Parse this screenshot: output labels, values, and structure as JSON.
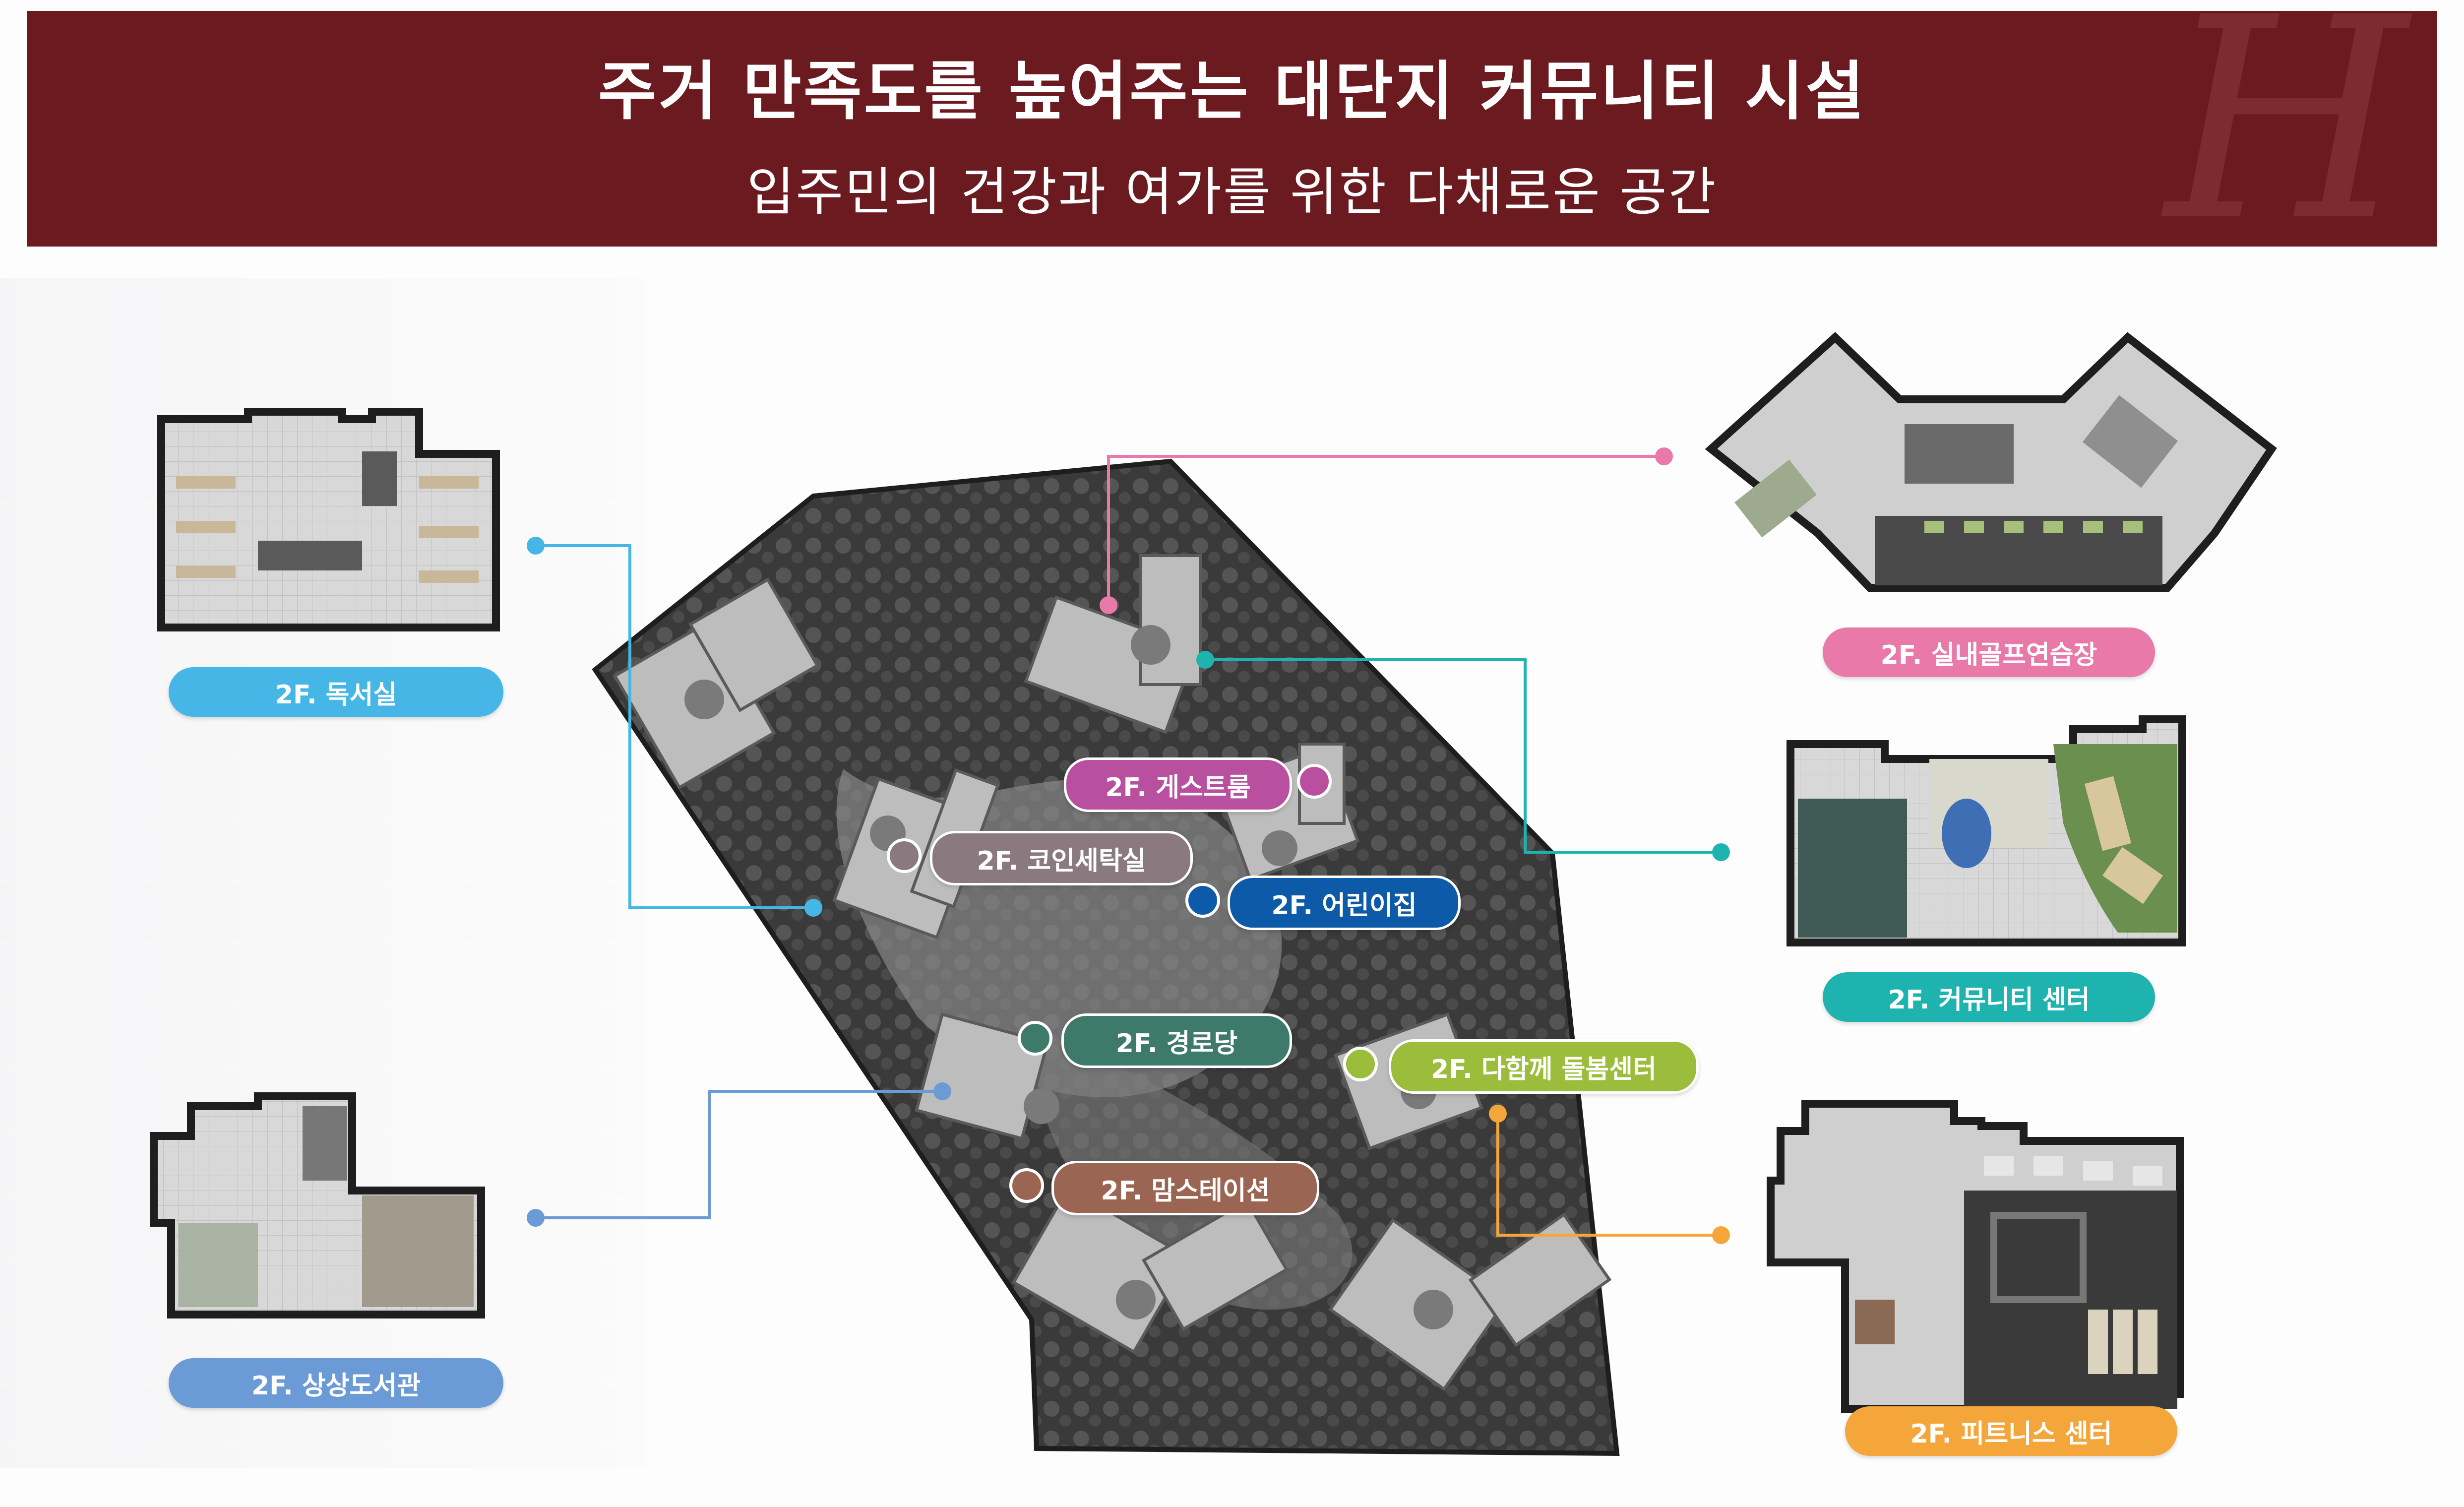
{
  "header": {
    "title": "주거 만족도를 높여주는 대단지 커뮤니티 시설",
    "subtitle": "입주민의 건강과 여가를 위한 다채로운 공간"
  },
  "colors": {
    "banner": "#6b1a1f",
    "reading_room": "#45b6e6",
    "imagination_library": "#6b9bd6",
    "indoor_golf": "#e879a9",
    "community_center": "#1fb3b0",
    "fitness_center": "#f5a63a",
    "guest_room": "#b8509f",
    "coin_laundry": "#8a7a80",
    "daycare": "#0d5aa8",
    "senior_center": "#3d7a6a",
    "care_center": "#9cbd3b",
    "moms_station": "#9a6552"
  },
  "side_labels": {
    "reading_room": "2F. 독서실",
    "imagination_library": "2F. 상상도서관",
    "indoor_golf": "2F. 실내골프연습장",
    "community_center": "2F. 커뮤니티 센터",
    "fitness_center": "2F. 피트니스 센터"
  },
  "map_labels": {
    "guest_room": "2F. 게스트룸",
    "coin_laundry": "2F. 코인세탁실",
    "daycare": "2F. 어린이집",
    "senior_center": "2F. 경로당",
    "care_center": "2F. 다함께 돌봄센터",
    "moms_station": "2F. 맘스테이션"
  }
}
